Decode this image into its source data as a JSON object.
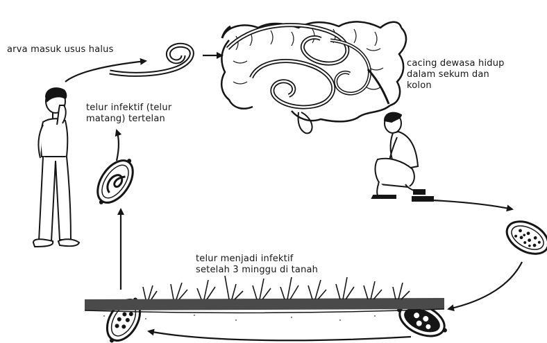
{
  "labels": {
    "larva": "arva masuk usus halus",
    "adult_line1": "cacing dewasa hidup",
    "adult_line2": "dalam sekum dan",
    "adult_line3": "kolon",
    "swallowed_line1": "telur infektif (telur",
    "swallowed_line2": "matang) tertelan",
    "infective_line1": "telur menjadi infektif",
    "infective_line2": "setelah 3 minggu di tanah"
  },
  "colors": {
    "ink": "#151515",
    "paper": "#ffffff",
    "soil": "#4a4a4a"
  },
  "stages": [
    {
      "name": "larva",
      "icon": "larva-worm-icon"
    },
    {
      "name": "adult worms",
      "icon": "intestine-with-worms-icon"
    },
    {
      "name": "defecation",
      "icon": "squatting-person-icon"
    },
    {
      "name": "egg in feces",
      "icon": "egg-icon"
    },
    {
      "name": "egg in soil",
      "icon": "egg-icon"
    },
    {
      "name": "infective egg",
      "icon": "embryonated-egg-icon"
    },
    {
      "name": "swallowing",
      "icon": "standing-person-icon"
    }
  ]
}
